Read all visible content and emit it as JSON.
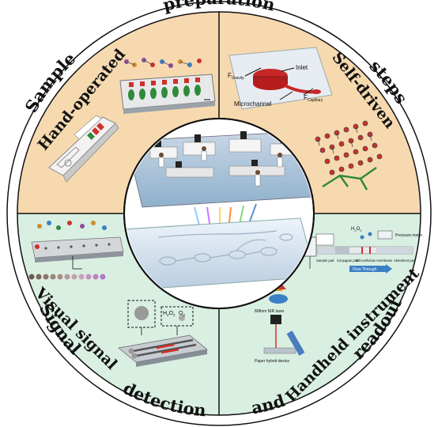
{
  "ring_words": {
    "preparation": "preparation",
    "steps": "steps",
    "sample": "Sample",
    "detection": "detection",
    "and": "and",
    "readout": "readout",
    "signal": "Signal"
  },
  "quadrants": {
    "top_left": {
      "label": "Hand-operated",
      "color": "#f7d9b0"
    },
    "top_right": {
      "label": "Self-driven",
      "color": "#f7d9b0"
    },
    "bottom_left": {
      "label": "Visual signal",
      "color": "#d9efe2"
    },
    "bottom_right": {
      "label": "Handheld instrument",
      "color": "#d9efe2"
    }
  },
  "top_right_diagram": {
    "inlet": "Inlet",
    "gravity": "F",
    "gravity_sub": "Gravity",
    "capillary": "F",
    "capillary_sub": "Capillary",
    "microchannel": "Microchannel"
  },
  "bottom_left_diagram": {
    "h2o2": "H",
    "h2o2_sub": "2",
    "h2o2_rest": "O",
    "h2o2_sub2": "2",
    "o2": "O",
    "o2_sub": "2"
  },
  "bottom_right_diagram": {
    "h2o2": "H",
    "h2o2_sub": "2",
    "h2o2_rest": "O",
    "h2o2_sub2": "2",
    "pressure_meter": "Pressure meter",
    "sample_pad": "Sample pad",
    "conjugate_pad": "Conjugate pad",
    "nitrocellulose": "Nitrocellulose membrane",
    "absorbent_pad": "Absorbent pad",
    "flow_through": "Flow Through",
    "laser": "808nm NIR laser",
    "paper_device": "Paper hybrid device"
  },
  "colors": {
    "peach": "#f7d9b0",
    "mint": "#d9efe2",
    "outline": "#111111",
    "red": "#d0302a",
    "green": "#2f8a3a"
  }
}
